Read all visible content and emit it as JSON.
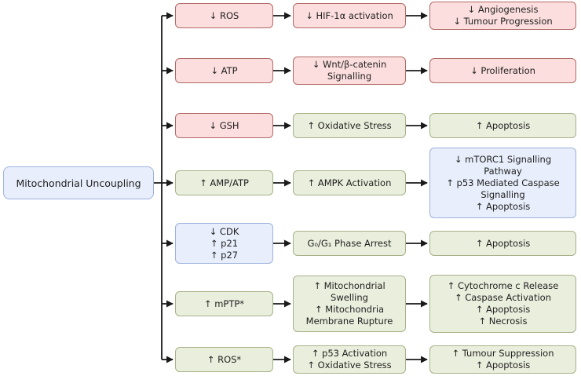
{
  "diagram": {
    "root": {
      "label": "Mitochondrial Uncoupling",
      "tone": "blue"
    },
    "rows": [
      {
        "cells": [
          {
            "tone": "pink",
            "lines": [
              "↓ ROS"
            ]
          },
          {
            "tone": "pink",
            "lines": [
              "↓ HIF-1α activation"
            ]
          },
          {
            "tone": "pink",
            "lines": [
              "↓ Angiogenesis",
              "↓ Tumour Progression"
            ]
          }
        ]
      },
      {
        "cells": [
          {
            "tone": "pink",
            "lines": [
              "↓ ATP"
            ]
          },
          {
            "tone": "pink",
            "lines": [
              "↓ Wnt/β-catenin",
              "Signalling"
            ]
          },
          {
            "tone": "pink",
            "lines": [
              "↓ Proliferation"
            ]
          }
        ]
      },
      {
        "cells": [
          {
            "tone": "pink",
            "lines": [
              "↓ GSH"
            ]
          },
          {
            "tone": "green",
            "lines": [
              "↑ Oxidative Stress"
            ]
          },
          {
            "tone": "green",
            "lines": [
              "↑ Apoptosis"
            ]
          }
        ]
      },
      {
        "cells": [
          {
            "tone": "green",
            "lines": [
              "↑ AMP/ATP"
            ]
          },
          {
            "tone": "green",
            "lines": [
              "↑ AMPK Activation"
            ]
          },
          {
            "tone": "blue",
            "lines": [
              "↓ mTORC1 Signalling",
              "Pathway",
              "↑ p53 Mediated Caspase",
              "Signalling",
              "↑ Apoptosis"
            ]
          }
        ]
      },
      {
        "cells": [
          {
            "tone": "blue",
            "lines": [
              "↓ CDK",
              "↑ p21",
              "↑ p27"
            ]
          },
          {
            "tone": "green",
            "lines": [
              "G₀/G₁ Phase Arrest"
            ]
          },
          {
            "tone": "green",
            "lines": [
              "↑ Apoptosis"
            ]
          }
        ]
      },
      {
        "cells": [
          {
            "tone": "green",
            "lines": [
              "↑ mPTP*"
            ]
          },
          {
            "tone": "green",
            "lines": [
              "↑ Mitochondrial",
              "Swelling",
              "↑ Mitochondria",
              "Membrane Rupture"
            ]
          },
          {
            "tone": "green",
            "lines": [
              "↑ Cytochrome c Release",
              "↑ Caspase Activation",
              "↑ Apoptosis",
              "↑ Necrosis"
            ]
          }
        ]
      },
      {
        "cells": [
          {
            "tone": "green",
            "lines": [
              "↑ ROS*"
            ]
          },
          {
            "tone": "green",
            "lines": [
              "↑ p53 Activation",
              "↑ Oxidative Stress"
            ]
          },
          {
            "tone": "green",
            "lines": [
              "↑ Tumour Suppression",
              "↑ Apoptosis"
            ]
          }
        ]
      }
    ],
    "colors": {
      "pink_fill": "#fcdede",
      "pink_border": "#b06a66",
      "green_fill": "#eaeedd",
      "green_border": "#a8b189",
      "blue_fill": "#e8eefb",
      "blue_border": "#9cb2de",
      "line": "#1a1a1a",
      "text": "#1f1f1f",
      "background": "#ffffff"
    }
  }
}
